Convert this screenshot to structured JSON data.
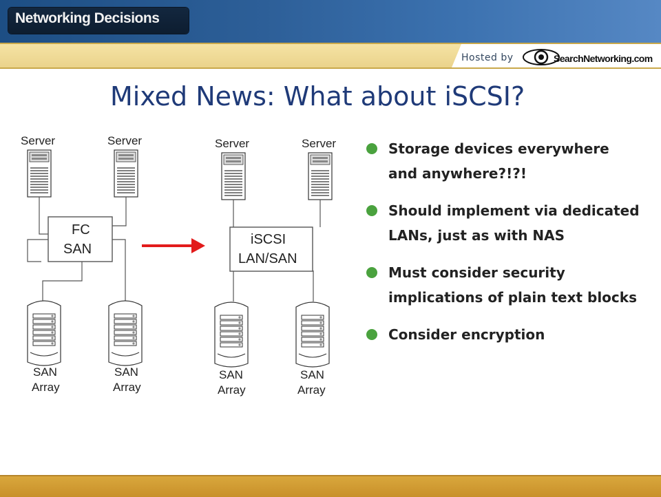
{
  "header": {
    "brand": "Networking Decisions",
    "hosted_by": "Hosted by",
    "sponsor_logo": "SearchNetworking.com",
    "sponsor_logo_icon": "eye-icon"
  },
  "slide": {
    "title": "Mixed News: What about iSCSI?"
  },
  "diagram": {
    "left": {
      "servers": [
        "Server",
        "Server"
      ],
      "switch_lines": [
        "FC",
        "SAN"
      ],
      "arrays": [
        [
          "SAN",
          "Array"
        ],
        [
          "SAN",
          "Array"
        ]
      ]
    },
    "right": {
      "servers": [
        "Server",
        "Server"
      ],
      "switch_lines": [
        "iSCSI",
        "LAN/SAN"
      ],
      "arrays": [
        [
          "SAN",
          "Array"
        ],
        [
          "SAN",
          "Array"
        ]
      ]
    },
    "arrow_color": "#e21b1b"
  },
  "bullets": [
    "Storage devices everywhere and anywhere?!?!",
    "Should implement via dedicated LANs, just as with NAS",
    "Must consider security implications of plain text blocks",
    "Consider encryption"
  ],
  "colors": {
    "title": "#1f3a78",
    "bullet": "#4aa23e",
    "banner": "#2d5f98",
    "gold": "#ead28a",
    "footer": "#d9a73c"
  }
}
